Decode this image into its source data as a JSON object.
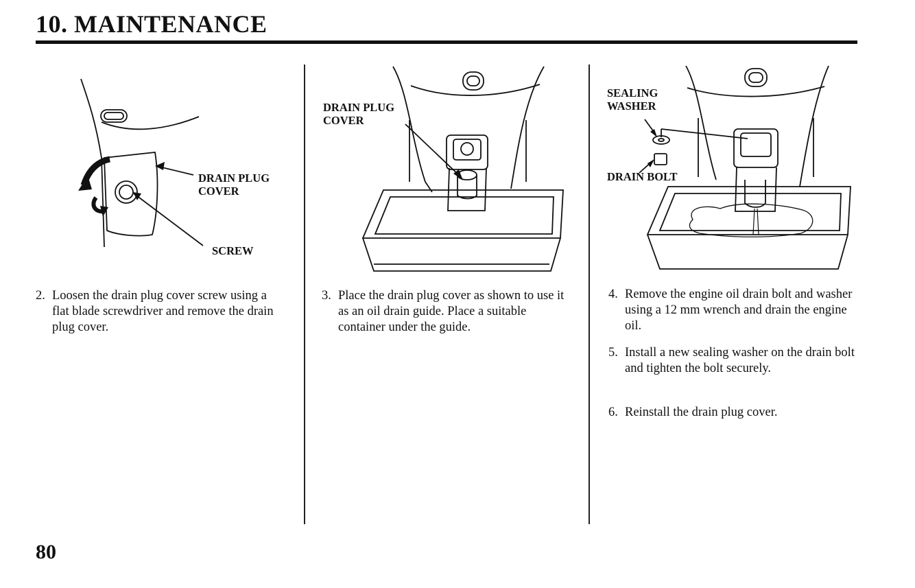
{
  "section_title": "10. MAINTENANCE",
  "page_number": "80",
  "columns": [
    {
      "illustration": "drain-plug-cover-removal-illustration",
      "callouts": [
        "DRAIN PLUG COVER",
        "SCREW"
      ],
      "step": {
        "number": "2.",
        "text": "Loosen the drain plug cover screw using a flat blade screwdriver and remove the drain plug cover."
      }
    },
    {
      "illustration": "drain-guide-placement-illustration",
      "callouts": [
        "DRAIN PLUG COVER"
      ],
      "step": {
        "number": "3.",
        "text": "Place the drain plug cover as shown to use it as an oil drain guide. Place a suitable container under the guide."
      }
    },
    {
      "illustration": "oil-draining-illustration",
      "callouts": [
        "SEALING WASHER",
        "DRAIN BOLT"
      ],
      "steps": [
        {
          "number": "4.",
          "text": "Remove the engine oil drain bolt and washer using a 12 mm wrench and drain the engine oil."
        },
        {
          "number": "5.",
          "text": "Install a new sealing washer on the drain bolt and tighten the bolt securely."
        },
        {
          "number": "6.",
          "text": "Reinstall the drain plug cover."
        }
      ]
    }
  ]
}
